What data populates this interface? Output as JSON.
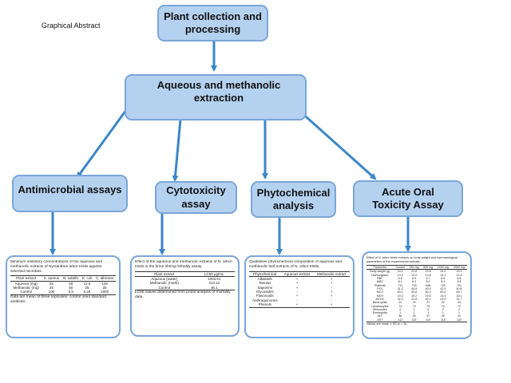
{
  "graphical_abstract_label": "Graphical Abstract",
  "nodes": {
    "plant": "Plant collection and processing",
    "extraction": "Aqueous and methanolic extraction",
    "antimicrobial": "Antimicrobial assays",
    "cytotoxicity": "Cytotoxicity assay",
    "phytochemical": "Phytochemical analysis",
    "toxicity": "Acute Oral Toxicity Assay"
  },
  "colors": {
    "box_fill": "#b4d1f0",
    "box_border": "#7aa6d8",
    "arrow": "#3b86c8"
  },
  "thumbnails": {
    "antimicrobial": {
      "caption": "Minimum inhibitory concentrations of the aqueous and methanolic extracts of Nyctanthes arbor-tristis against selected microbes.",
      "headers": [
        "Plant extract",
        "S. aureus",
        "B. subtilis",
        "E. coli",
        "C. albicans"
      ],
      "rows": [
        [
          "Aqueous (mg)",
          "25",
          "50",
          "12.5",
          "125"
        ],
        [
          "Methanolic (mg)",
          "25",
          "50",
          "25",
          "25"
        ],
        [
          "Control",
          "100",
          "0.5",
          "0.25",
          "1000"
        ]
      ],
      "footnote": "Data are mean of three replicates; control used standard antibiotic."
    },
    "cytotoxicity": {
      "caption": "Effect of the aqueous and methanolic extracts of N. arbor-tristis in the brine shrimp lethality assay.",
      "headers": [
        "Plant extract",
        "LC50 μg/mL"
      ],
      "rows": [
        [
          "Aqueous (water)",
          "1003.51"
        ],
        [
          "Methanolic (meth)",
          "413.12"
        ],
        [
          "Control",
          "46.1"
        ]
      ],
      "footnote": "LC50 values determined from probit analysis of mortality data."
    },
    "phytochemical": {
      "caption": "Qualitative phytochemical composition of aqueous and methanolic leaf extracts of N. arbor-tristis.",
      "headers": [
        "Phytochemical",
        "Aqueous extract",
        "Methanolic extract"
      ],
      "rows": [
        [
          "Alkaloids",
          "+",
          "+"
        ],
        [
          "Tannins",
          "+",
          "+"
        ],
        [
          "Saponins",
          "+",
          "-"
        ],
        [
          "Glycosides",
          "-",
          "+"
        ],
        [
          "Flavonoids",
          "+",
          "+"
        ],
        [
          "Anthraquinones",
          "-",
          "-"
        ],
        [
          "Phenols",
          "+",
          "+"
        ]
      ]
    },
    "toxicity": {
      "caption": "Effect of N. arbor-tristis extracts on body weight and haematological parameters of the experimental animals.",
      "headers": [
        "Parameter",
        "Control",
        "250 mg",
        "500 mg",
        "1000 mg",
        "2000 mg"
      ],
      "rows": [
        [
          "Body weight (g)",
          "24.1",
          "24.6",
          "23.8",
          "24.2",
          "23.9"
        ],
        [
          "Haemoglobin",
          "13.2",
          "13.0",
          "12.8",
          "13.1",
          "12.9"
        ],
        [
          "RBC",
          "6.8",
          "6.9",
          "6.7",
          "6.8",
          "6.6"
        ],
        [
          "WBC",
          "8.1",
          "8.3",
          "8.0",
          "8.2",
          "8.4"
        ],
        [
          "Platelets",
          "712",
          "705",
          "698",
          "720",
          "701"
        ],
        [
          "PCV",
          "41.2",
          "40.8",
          "40.5",
          "41.0",
          "40.6"
        ],
        [
          "MCV",
          "60.1",
          "59.8",
          "60.3",
          "60.0",
          "59.7"
        ],
        [
          "MCH",
          "19.4",
          "19.2",
          "19.5",
          "19.3",
          "19.1"
        ],
        [
          "MCHC",
          "32.0",
          "31.8",
          "32.2",
          "31.9",
          "31.7"
        ],
        [
          "Neutrophils",
          "22",
          "23",
          "21",
          "22",
          "24"
        ],
        [
          "Lymphocytes",
          "74",
          "73",
          "75",
          "74",
          "72"
        ],
        [
          "Monocytes",
          "2",
          "2",
          "3",
          "2",
          "2"
        ],
        [
          "Eosinophils",
          "1",
          "1",
          "1",
          "1",
          "1"
        ],
        [
          "ALT",
          "38",
          "39",
          "37",
          "40",
          "41"
        ],
        [
          "AST",
          "112",
          "115",
          "110",
          "118",
          "120"
        ]
      ],
      "footnote": "Values are mean ± SD (n = 5)."
    }
  }
}
